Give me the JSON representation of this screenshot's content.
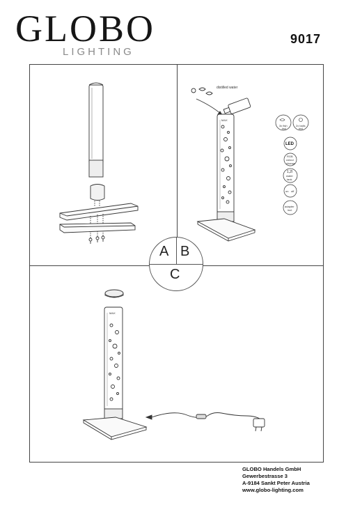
{
  "header": {
    "logo_main": "GLOBO",
    "logo_sub": "LIGHTING",
    "model_number": "9017"
  },
  "sections": {
    "a": "A",
    "b": "B",
    "c": "C"
  },
  "panel_b": {
    "water_label": "distilled water",
    "tube_max_label": "MAX",
    "features": {
      "fish": "3x fish",
      "fish_sub": "incl.",
      "balls": "2x balls",
      "balls_sub": "incl.",
      "led": "LED",
      "rgb_line1": "RGB",
      "rgb_line2": "colour",
      "rgb_line3": "change",
      "tank_line1": "1,2l",
      "tank_line2": "water",
      "tank_line3": "tank",
      "switch_on": "on",
      "switch_off": "off",
      "adapter": "adapter",
      "adapter_sub": "incl."
    }
  },
  "panel_c": {
    "tube_max_label": "MAX"
  },
  "footer": {
    "company": "GLOBO Handels GmbH",
    "street": "Gewerbestrasse 3",
    "city": "A-9184 Sankt Peter Austria",
    "website": "www.globo-lighting.com"
  }
}
